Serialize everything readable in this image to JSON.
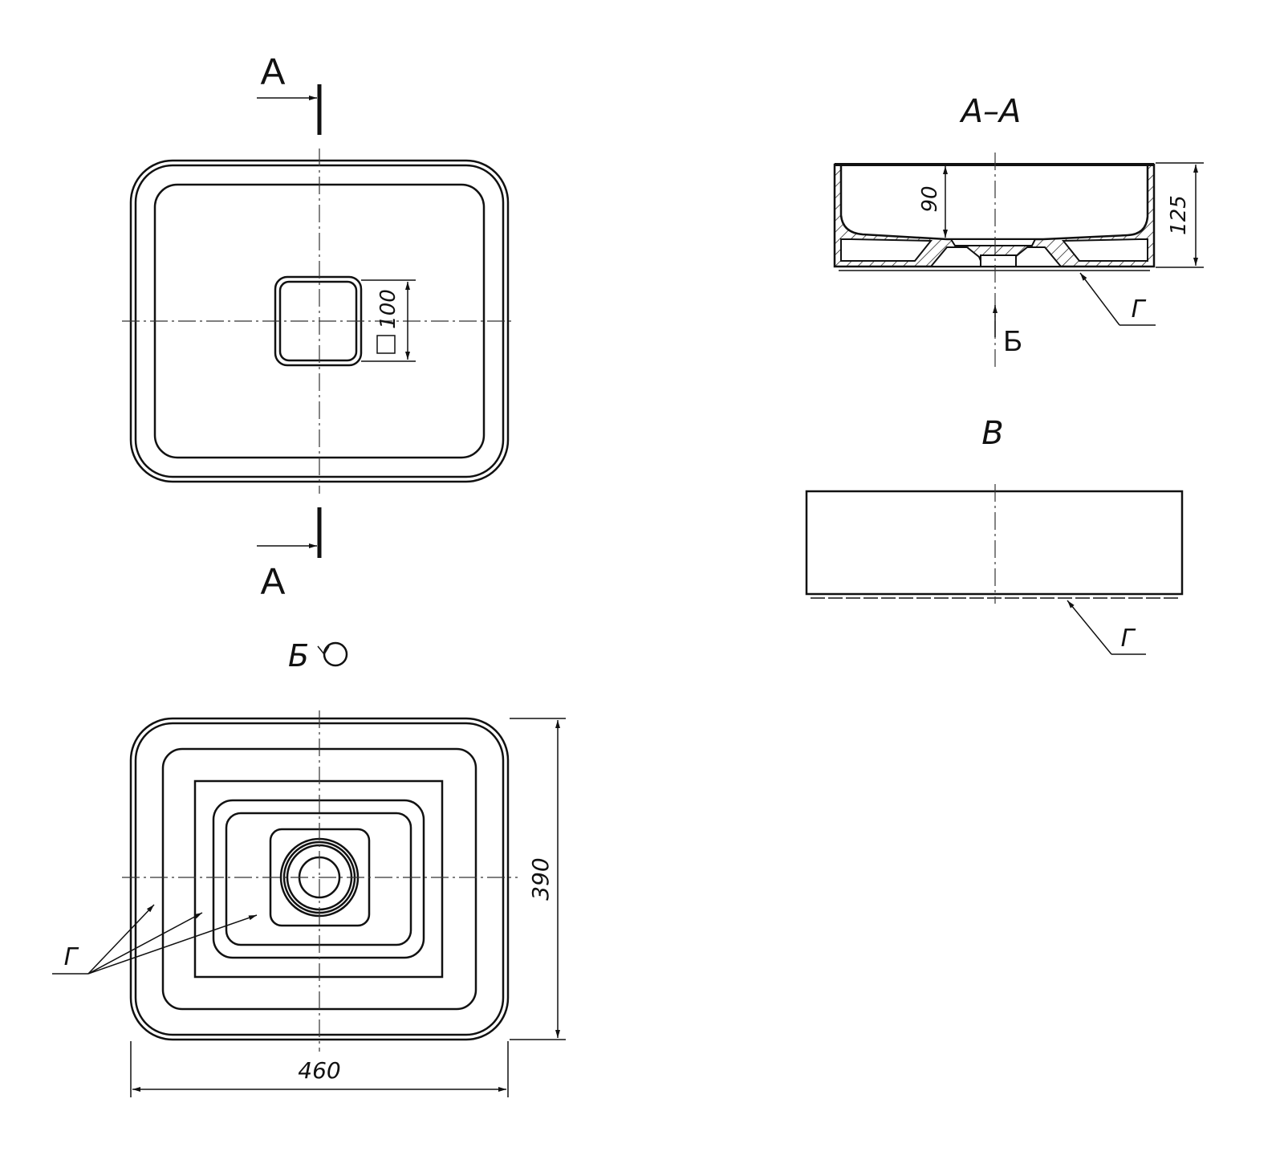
{
  "plan_view": {
    "section_mark_top": "А",
    "section_mark_bottom": "А",
    "drain_dim": "100"
  },
  "section_view": {
    "title": "А–А",
    "depth_dim": "90",
    "height_dim": "125",
    "leader_label": "Г",
    "view_arrow_label": "Б"
  },
  "side_view": {
    "title": "В",
    "leader_label": "Г"
  },
  "bottom_view": {
    "title": "Б",
    "height_dim": "390",
    "width_dim": "460",
    "leader_label": "Г"
  }
}
